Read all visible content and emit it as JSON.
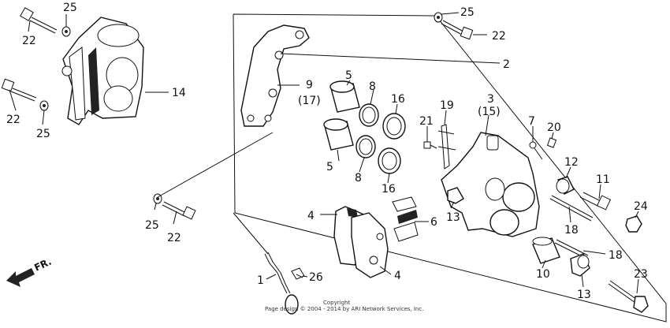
{
  "callouts": {
    "c22_a": "22",
    "c25_a": "25",
    "c22_b": "22",
    "c25_b": "25",
    "c14": "14",
    "c25_c": "25",
    "c22_c": "22",
    "c2": "2",
    "c9": "9",
    "c17": "(17)",
    "c5_top": "5",
    "c8_top": "8",
    "c16_top": "16",
    "c5_bot": "5",
    "c8_bot": "8",
    "c16_bot": "16",
    "c19": "19",
    "c21": "21",
    "c3": "3",
    "c15": "(15)",
    "c7": "7",
    "c20": "20",
    "c12": "12",
    "c11": "11",
    "c13_a": "13",
    "c18_a": "18",
    "c24": "24",
    "c4_top": "4",
    "c6": "6",
    "c4_bot": "4",
    "c25_d": "25",
    "c22_d": "22",
    "c18_b": "18",
    "c10": "10",
    "c13_b": "13",
    "c23": "23",
    "c1": "1",
    "c26": "26"
  },
  "direction": {
    "label": "FR."
  },
  "copyright": {
    "line1": "Copyright",
    "line2": "Page design © 2004 - 2014 by ARI Network Services, Inc."
  }
}
